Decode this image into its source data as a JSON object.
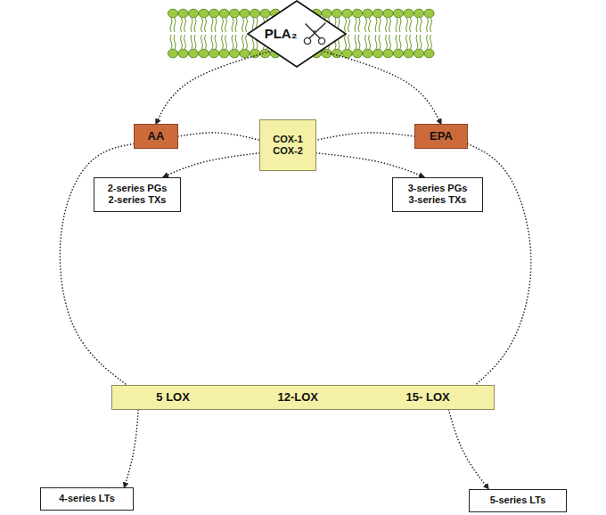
{
  "diagram": {
    "nodes": [
      {
        "text": [
          "PLA₂"
        ]
      },
      {
        "text": [
          "AA"
        ]
      },
      {
        "text": [
          "EPA"
        ]
      },
      {
        "text": [
          "COX-1 COX-2"
        ]
      },
      {
        "text": [
          "2-series PGs 2-series TXs"
        ]
      },
      {
        "text": [
          "3-series PGs 3-series TXs"
        ]
      },
      {
        "text": [
          "5 LOX",
          "12-LOX",
          "15- LOX"
        ]
      },
      {
        "text": [
          "4-series LTs"
        ]
      },
      {
        "text": [
          "5-series LTs"
        ]
      }
    ],
    "edges": [
      {
        "from": 0,
        "to": 1,
        "arrow": "to"
      },
      {
        "from": 0,
        "to": 2,
        "arrow": "to"
      },
      {
        "from": 1,
        "to": 3,
        "arrow": "none"
      },
      {
        "from": 2,
        "to": 3,
        "arrow": "none"
      },
      {
        "from": 3,
        "to": 4,
        "arrow": "to"
      },
      {
        "from": 3,
        "to": 5,
        "arrow": "to"
      },
      {
        "from": 1,
        "to": 6,
        "arrow": "none"
      },
      {
        "from": 2,
        "to": 6,
        "arrow": "none"
      },
      {
        "from": 6,
        "to": 7,
        "arrow": "to"
      },
      {
        "from": 6,
        "to": 8,
        "arrow": "to"
      }
    ]
  }
}
